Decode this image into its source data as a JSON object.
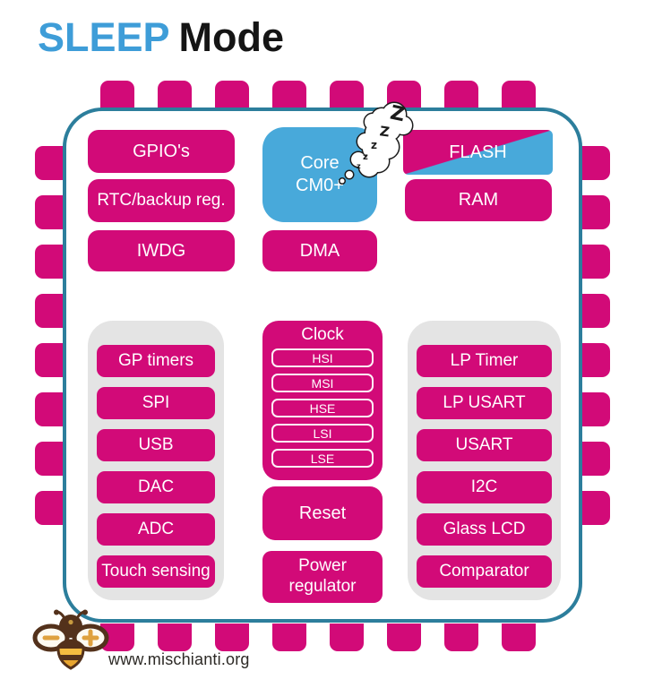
{
  "title": {
    "highlight": "SLEEP",
    "rest": "Mode"
  },
  "colors": {
    "block_magenta": "#D20A78",
    "core_blue": "#48A9DA",
    "title_blue": "#3E9DD8",
    "chip_border_teal": "#2C7E9C",
    "container_gray": "#E4E4E4",
    "bee_brown": "#53311B",
    "bee_gold": "#F2B63B"
  },
  "chip": {
    "peripherals_active": [
      "GPIO's",
      "RTC/backup reg.",
      "IWDG"
    ],
    "core": {
      "line1": "Core",
      "line2": "CM0+"
    },
    "dma_label": "DMA",
    "flash_label": "FLASH",
    "ram_label": "RAM",
    "left_group": [
      "GP timers",
      "SPI",
      "USB",
      "DAC",
      "ADC",
      "Touch sensing"
    ],
    "clock": {
      "title": "Clock",
      "sources": [
        "HSI",
        "MSI",
        "HSE",
        "LSI",
        "LSE"
      ]
    },
    "reset_label": "Reset",
    "power_regulator": {
      "line1": "Power",
      "line2": "regulator"
    },
    "right_group": [
      "LP Timer",
      "LP USART",
      "USART",
      "I2C",
      "Glass LCD",
      "Comparator"
    ]
  },
  "sleep_cloud": {
    "letters": [
      "Z",
      "Z",
      "z",
      "z",
      "z"
    ]
  },
  "footer": {
    "website": "www.mischianti.org"
  }
}
